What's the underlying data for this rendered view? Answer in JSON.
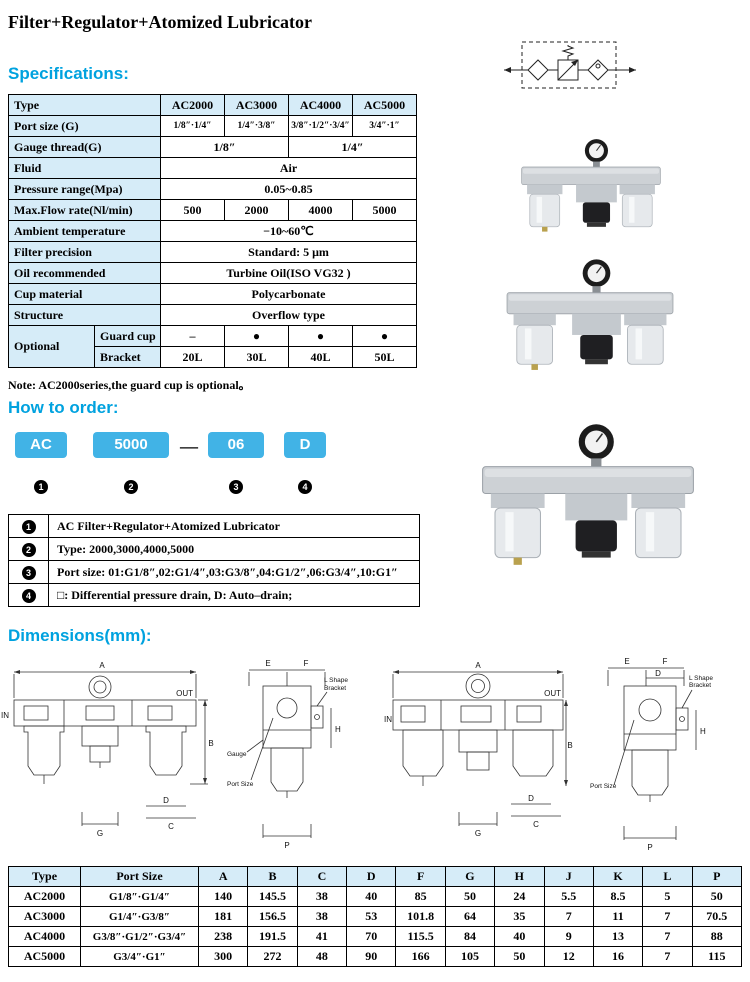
{
  "title": "Filter+Regulator+Atomized Lubricator",
  "specifications": {
    "heading": "Specifications:",
    "note": "Note:  AC2000series,the guard cup is optional。",
    "rows": {
      "type": {
        "label": "Type",
        "v1": "AC2000",
        "v2": "AC3000",
        "v3": "AC4000",
        "v4": "AC5000"
      },
      "port": {
        "label": "Port size (G)",
        "v1": "1/8″·1/4″",
        "v2": "1/4″·3/8″",
        "v3": "3/8″·1/2″·3/4″",
        "v4": "3/4″·1″"
      },
      "gauge": {
        "label": "Gauge thread(G)",
        "v1": "1/8″",
        "v2": "1/4″"
      },
      "fluid": {
        "label": "Fluid",
        "v": "Air"
      },
      "pressure": {
        "label": "Pressure range(Mpa)",
        "v": "0.05~0.85"
      },
      "flow": {
        "label": "Max.Flow rate(Nl/min)",
        "v1": "500",
        "v2": "2000",
        "v3": "4000",
        "v4": "5000"
      },
      "ambient": {
        "label": "Ambient temperature",
        "v": "−10~60℃"
      },
      "filterp": {
        "label": "Filter precision",
        "v": "Standard: 5 μm"
      },
      "oil": {
        "label": "Oil recommended",
        "v": "Turbine Oil(ISO VG32 )"
      },
      "cup": {
        "label": "Cup material",
        "v": "Polycarbonate"
      },
      "structure": {
        "label": "Structure",
        "v": "Overflow type"
      },
      "optional": {
        "label": "Optional"
      },
      "guard": {
        "label": "Guard cup",
        "v1": "–",
        "v2": "●",
        "v3": "●",
        "v4": "●"
      },
      "bracket": {
        "label": "Bracket",
        "v1": "20L",
        "v2": "30L",
        "v3": "40L",
        "v4": "50L"
      }
    }
  },
  "how_to_order": {
    "heading": "How to order:",
    "code": {
      "p1": "AC",
      "p2": "5000",
      "dash": "—",
      "p3": "06",
      "p4": "D"
    },
    "markers": {
      "m1": "1",
      "m2": "2",
      "m3": "3",
      "m4": "4"
    },
    "legend": [
      {
        "num": "1",
        "text": "AC Filter+Regulator+Atomized Lubricator"
      },
      {
        "num": "2",
        "text": "Type: 2000,3000,4000,5000"
      },
      {
        "num": "3",
        "text": "Port size: 01:G1/8″,02:G1/4″,03:G3/8″,04:G1/2″,06:G3/4″,10:G1″"
      },
      {
        "num": "4",
        "text": "□: Differential pressure drain, D: Auto–drain;"
      }
    ]
  },
  "dimensions": {
    "heading": "Dimensions(mm):",
    "labels": {
      "a": "A",
      "b": "B",
      "c": "C",
      "d": "D",
      "e": "E",
      "f": "F",
      "g": "G",
      "h": "H",
      "p": "P",
      "in": "IN",
      "out": "OUT",
      "gauge": "Gauge",
      "port_size": "Port Size",
      "l_shape": "L Shape",
      "bracket_word": "Bracket"
    },
    "table": {
      "headers": [
        "Type",
        "Port Size",
        "A",
        "B",
        "C",
        "D",
        "F",
        "G",
        "H",
        "J",
        "K",
        "L",
        "P"
      ],
      "rows": [
        {
          "type": "AC2000",
          "port": "G1/8″·G1/4″",
          "c": [
            "140",
            "145.5",
            "38",
            "40",
            "85",
            "50",
            "24",
            "5.5",
            "8.5",
            "5",
            "50"
          ]
        },
        {
          "type": "AC3000",
          "port": "G1/4″·G3/8″",
          "c": [
            "181",
            "156.5",
            "38",
            "53",
            "101.8",
            "64",
            "35",
            "7",
            "11",
            "7",
            "70.5"
          ]
        },
        {
          "type": "AC4000",
          "port": "G3/8″·G1/2″·G3/4″",
          "c": [
            "238",
            "191.5",
            "41",
            "70",
            "115.5",
            "84",
            "40",
            "9",
            "13",
            "7",
            "88"
          ]
        },
        {
          "type": "AC5000",
          "port": "G3/4″·G1″",
          "c": [
            "300",
            "272",
            "48",
            "90",
            "166",
            "105",
            "50",
            "12",
            "16",
            "7",
            "115"
          ]
        }
      ]
    }
  }
}
